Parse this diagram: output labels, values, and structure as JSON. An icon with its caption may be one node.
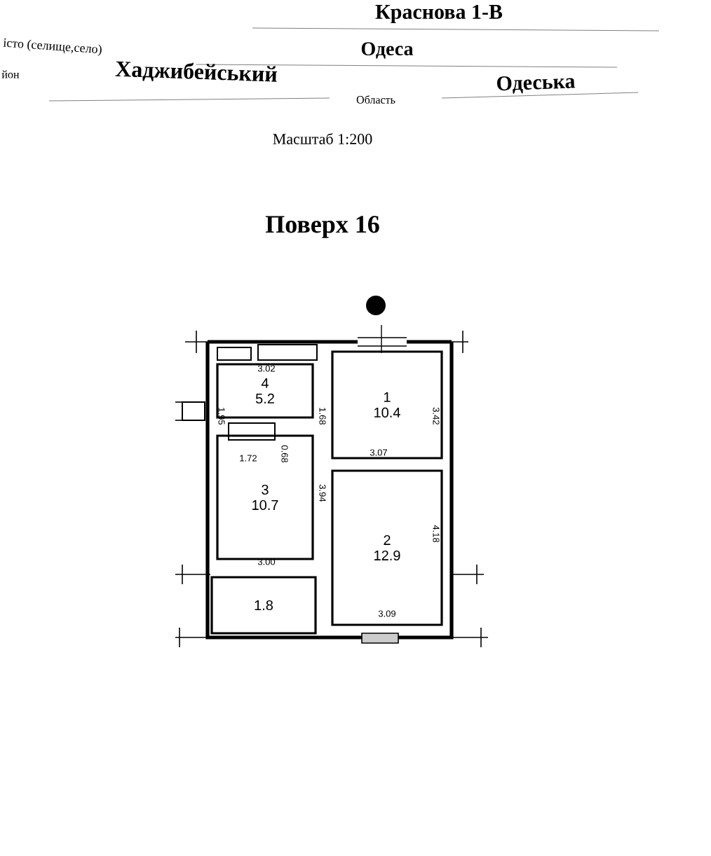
{
  "diagram": {
    "title": "Поверх 16",
    "nodes": [
      {
        "text": [
          "4",
          "5.2"
        ]
      },
      {
        "text": [
          "1",
          "10.4"
        ]
      },
      {
        "text": [
          "3",
          "10.7"
        ]
      },
      {
        "text": [
          "2",
          "12.9"
        ]
      },
      {
        "text": [
          "1.8"
        ]
      }
    ],
    "edges": [],
    "labels": [
      "Краснова 1-В",
      "істо (селище,село)",
      "Одеса",
      "йон",
      "Хаджибейський",
      "Область",
      "Одеська",
      "Масштаб 1:200",
      "3.02",
      "1.95",
      "1.68",
      "3.42",
      "0.68",
      "1.72",
      "3.07",
      "3.94",
      "4.18",
      "3.00",
      "3.09"
    ]
  }
}
